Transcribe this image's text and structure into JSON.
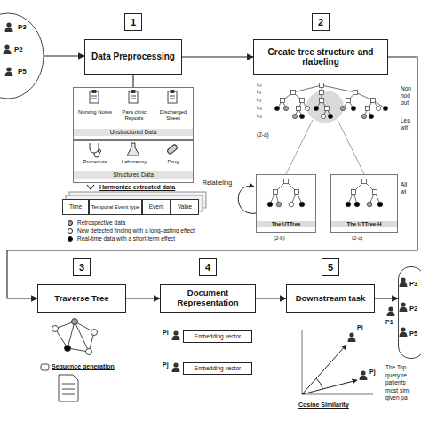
{
  "diagram": {
    "nodes": [
      {
        "text": [
          "P3",
          "P2",
          "P5"
        ]
      },
      {
        "text": [
          "1",
          "Data Preprocessing"
        ]
      },
      {
        "text": [
          "2",
          "Create tree structure and rlabeling"
        ]
      },
      {
        "text": [
          "Nursing Notes",
          "Para clinic Reports",
          "Discharged Sheet",
          "Unstructured Data"
        ]
      },
      {
        "text": [
          "Procedure",
          "Laboratory",
          "Drug",
          "Structured Data"
        ]
      },
      {
        "text": [
          "3",
          "Traverse Tree"
        ]
      },
      {
        "text": [
          "4",
          "Document Representation"
        ]
      },
      {
        "text": [
          "5",
          "Downstream task"
        ]
      },
      {
        "text": [
          "Embedding vector"
        ]
      },
      {
        "text": [
          "Embedding vector"
        ]
      },
      {
        "text": [
          "P3",
          "P2",
          "P5"
        ]
      },
      {
        "text": [
          "The UTTree"
        ]
      },
      {
        "text": [
          "The UTTree-H"
        ]
      }
    ],
    "edges": [
      {
        "from": 0,
        "to": 1,
        "arrow": "to"
      },
      {
        "from": 1,
        "to": 2,
        "arrow": "to"
      },
      {
        "from": 1,
        "to": 3,
        "arrow": "none"
      },
      {
        "from": 2,
        "to": 5,
        "arrow": "to"
      },
      {
        "from": 5,
        "to": 6,
        "arrow": "to"
      },
      {
        "from": 6,
        "to": 7,
        "arrow": "to"
      },
      {
        "from": 7,
        "to": 10,
        "arrow": "to"
      }
    ],
    "labels": [
      "Harmonize extracted data",
      "Time",
      "Temporal Event type",
      "Event",
      "Value",
      "L₀",
      "L₁",
      "L₂",
      "L₃",
      "L₄",
      "(2-a)",
      "Non",
      "nod",
      "out",
      "Lea",
      "wit",
      "Relabeling",
      "(2-b)",
      "(2-c)",
      "All",
      "wi",
      "Sequence generation",
      "Pi",
      "Pj",
      "Pi",
      "Pj",
      "Cosine Similarity",
      "P1",
      "The Top",
      "query re",
      "patients",
      "most simi",
      "given pa"
    ],
    "legend": [
      {
        "text": "Retrospective data",
        "color": "#9e9e9e"
      },
      {
        "text": "New detected finding with a long-lasting effect",
        "color": "#ffffff"
      },
      {
        "text": "Real-time data with a short-term effect",
        "color": "#000000"
      }
    ]
  }
}
